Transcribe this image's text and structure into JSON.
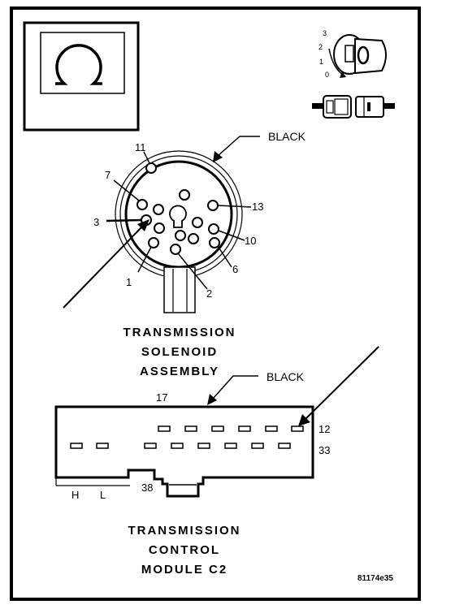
{
  "ignition_switch": {
    "positions": [
      "3",
      "2",
      "1",
      "0"
    ]
  },
  "solenoid_connector": {
    "color_label": "BLACK",
    "pin_labels": [
      "11",
      "7",
      "3",
      "1",
      "2",
      "6",
      "10",
      "13"
    ],
    "title_lines": [
      "TRANSMISSION",
      "SOLENOID",
      "ASSEMBLY"
    ]
  },
  "tcm_connector": {
    "color_label": "BLACK",
    "pin_17": "17",
    "pin_12": "12",
    "pin_33": "33",
    "pin_38": "38",
    "label_h": "H",
    "label_l": "L",
    "title_lines": [
      "TRANSMISSION",
      "CONTROL",
      "MODULE C2"
    ]
  },
  "figure_code": "81174e35",
  "icons": {
    "ohmmeter": "ohm-symbol-icon",
    "ignition": "ignition-key-icon",
    "connector": "disconnected-connector-icon"
  }
}
